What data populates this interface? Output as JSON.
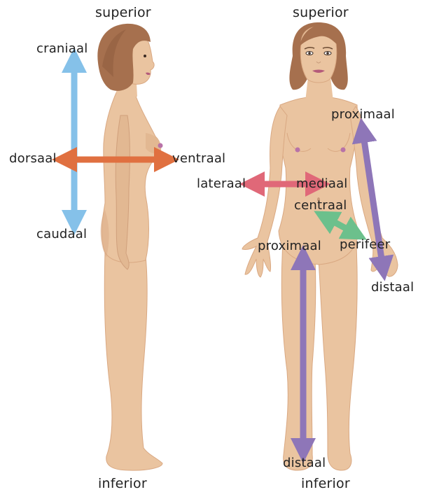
{
  "colors": {
    "skin": "#EAC4A0",
    "skin_shadow": "#D9A882",
    "hair": "#A6704E",
    "hair_dark": "#8C5A3C",
    "nipple": "#B872A8",
    "lips": "#B45A7A",
    "arrow_craniocaudal": "#85C1E9",
    "arrow_dorsoventral": "#E07040",
    "arrow_lateromedial": "#E06878",
    "arrow_centroperipheral": "#6CC08C",
    "arrow_proximodistal": "#8E76B8"
  },
  "side_view": {
    "superior": "superior",
    "inferior": "inferior",
    "craniaal": "craniaal",
    "caudaal": "caudaal",
    "dorsaal": "dorsaal",
    "ventraal": "ventraal"
  },
  "front_view": {
    "superior": "superior",
    "inferior": "inferior",
    "lateraal": "lateraal",
    "mediaal": "mediaal",
    "centraal": "centraal",
    "perifeer": "perifeer",
    "arm_proximaal": "proximaal",
    "arm_distaal": "distaal",
    "leg_proximaal": "proximaal",
    "leg_distaal": "distaal"
  }
}
